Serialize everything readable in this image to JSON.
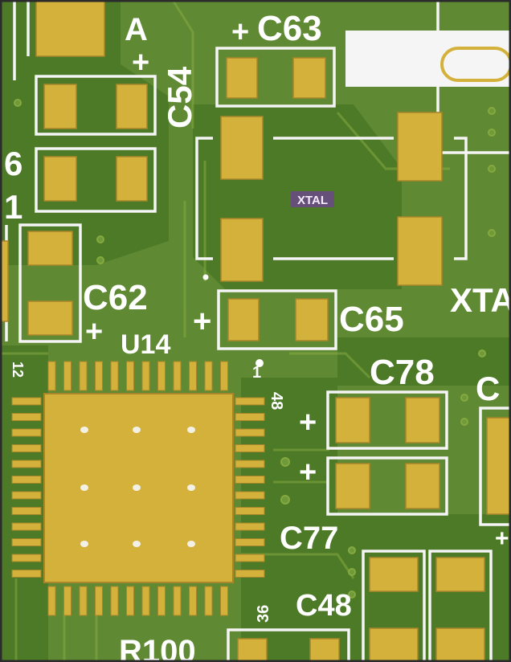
{
  "colors": {
    "board": "#5f8a33",
    "trace": "#4c7a27",
    "pad": "#d4b13a",
    "pad_edge": "#a8862a",
    "silk": "#f5f5f5",
    "via_ring": "#86a93f",
    "highlight": "#7b2dbd"
  },
  "labels": {
    "a": "A",
    "c54": "C54",
    "c63": "C63",
    "six": "6",
    "one": "1",
    "xtal_highlight": "XTAL",
    "xta_edge": "XTA",
    "c62": "C62",
    "u14": "U14",
    "c65": "C65",
    "c78": "C78",
    "c_edge": "C",
    "pin_1": "1",
    "pin_48": "48",
    "pin_12": "12",
    "pin_36": "36",
    "c77": "C77",
    "c48": "C48",
    "r100": "R100",
    "plus": "+"
  }
}
